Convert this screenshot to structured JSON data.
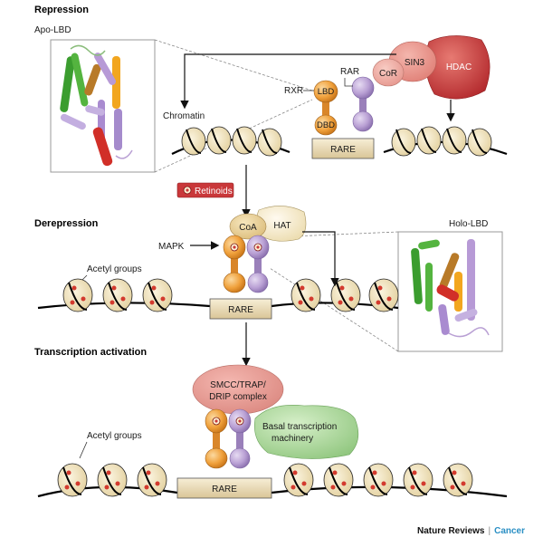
{
  "sections": {
    "repression": "Repression",
    "derepression": "Derepression",
    "activation": "Transcription activation"
  },
  "panels": {
    "apo": "Apo-LBD",
    "holo": "Holo-LBD"
  },
  "labels": {
    "chromatin": "Chromatin",
    "acetyl_groups": "Acetyl groups",
    "rare": "RARE",
    "rxr": "RXR",
    "rar": "RAR",
    "lbd": "LBD",
    "dbd": "DBD",
    "cor": "CoR",
    "sin3": "SIN3",
    "hdac": "HDAC",
    "retinoids": "Retinoids",
    "coa": "CoA",
    "hat": "HAT",
    "mapk": "MAPK",
    "smcc_line1": "SMCC/TRAP/",
    "smcc_line2": "DRIP complex",
    "basal_line1": "Basal transcription",
    "basal_line2": "machinery"
  },
  "caption": {
    "publisher": "Nature Reviews",
    "separator": "|",
    "journal": "Cancer"
  },
  "colors": {
    "rxr_orange": "#f0a13c",
    "rar_purple": "#b9a0d4",
    "cor_pink": "#e9a39b",
    "sin3_pink": "#e8827a",
    "hdac_red": "#c93a35",
    "hat_cream": "#f6ecc8",
    "coa_tan": "#e8cc8c",
    "smcc_pink": "#e39a93",
    "basal_green": "#9fd08d",
    "retinoid_red": "#c9383a",
    "dna_black": "#000000",
    "nucleosome": "#f1e3bd",
    "rare_box": "#efe2c0"
  }
}
